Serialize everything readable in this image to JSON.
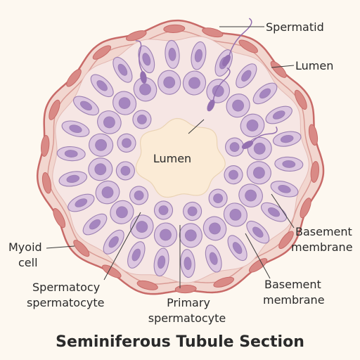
{
  "title": "Seminiferous Tubule Section",
  "labels": {
    "spermatid": "Spermatid",
    "lumen_outer": "Lumen",
    "lumen_center": "Lumen",
    "basement_1_line1": "Basement",
    "basement_1_line2": "membrane",
    "basement_2_line1": "Basement",
    "basement_2_line2": "membrane",
    "myoid_line1": "Myoid",
    "myoid_line2": "cell",
    "spermatocyte_line1": "Spermatocy",
    "spermatocyte_line2": "spermatocyte",
    "primary_line1": "Primary",
    "primary_line2": "spermatocyte"
  },
  "colors": {
    "background": "#fdf8f0",
    "outer_tissue": "#f2d6cf",
    "outer_stroke": "#c86a68",
    "myoid_fill": "#d98a86",
    "epithelium": "#f6e6e4",
    "cell_fill": "#dcc6e0",
    "cell_stroke": "#9c80b2",
    "nucleus_fill": "#a585bf",
    "lumen_fill": "#fbebd6",
    "sperm_fill": "#9470b0"
  }
}
